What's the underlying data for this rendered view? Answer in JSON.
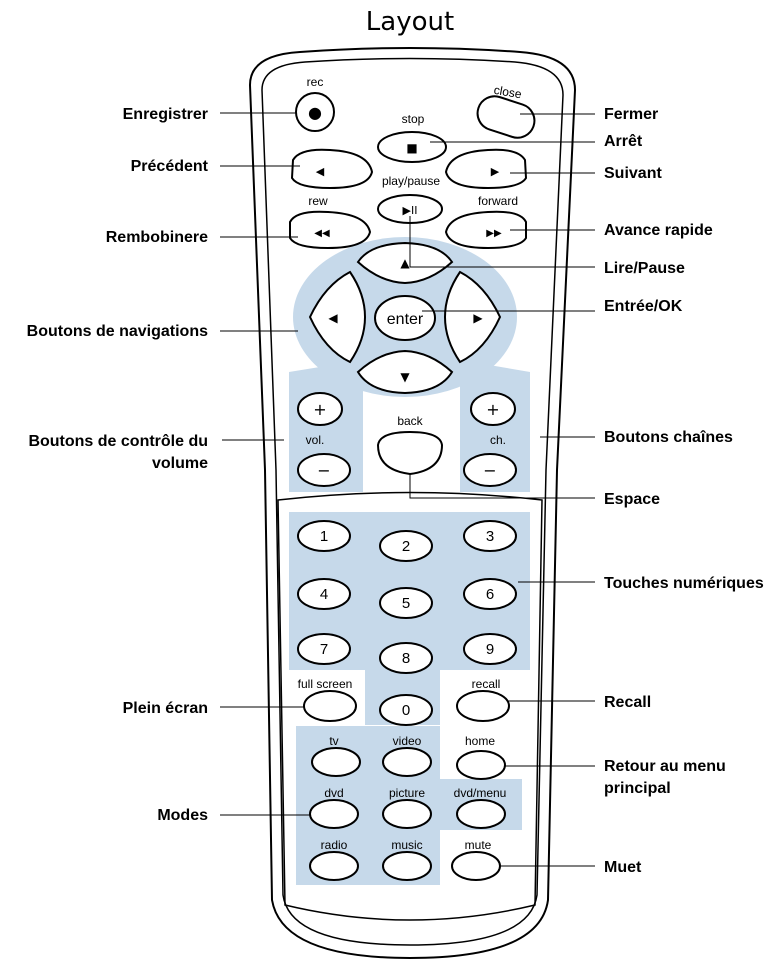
{
  "title": "Layout",
  "colors": {
    "accent_panel": "#c6d9ea",
    "outline": "#000000",
    "body": "#ffffff"
  },
  "buttons": {
    "rec": "rec",
    "close": "close",
    "stop": "stop",
    "play_pause": "play/pause",
    "rew": "rew",
    "forward": "forward",
    "enter": "enter",
    "vol": "vol.",
    "ch": "ch.",
    "back": "back",
    "plus": "+",
    "minus": "−",
    "n1": "1",
    "n2": "2",
    "n3": "3",
    "n4": "4",
    "n5": "5",
    "n6": "6",
    "n7": "7",
    "n8": "8",
    "n9": "9",
    "n0": "0",
    "full_screen": "full screen",
    "recall": "recall",
    "tv": "tv",
    "video": "video",
    "home": "home",
    "dvd": "dvd",
    "picture": "picture",
    "dvd_menu": "dvd/menu",
    "radio": "radio",
    "music": "music",
    "mute": "mute"
  },
  "glyphs": {
    "record": "●",
    "stop": "■",
    "prev": "◀",
    "next": "▶",
    "play_pause": "▶II",
    "rew": "◀◀",
    "ffwd": "▶▶",
    "up": "▲",
    "down": "▼",
    "left": "◀",
    "right": "▶"
  },
  "callouts": {
    "enregistrer": "Enregistrer",
    "precedent": "Précédent",
    "rembobinere": "Rembobinere",
    "navigations": "Boutons de navigations",
    "volume_1": "Boutons de contrôle du",
    "volume_2": "volume",
    "plein_ecran": "Plein écran",
    "modes": "Modes",
    "fermer": "Fermer",
    "arret": "Arrêt",
    "suivant": "Suivant",
    "avance_rapide": "Avance rapide",
    "lire_pause": "Lire/Pause",
    "entree_ok": "Entrée/OK",
    "chaines": "Boutons chaînes",
    "espace": "Espace",
    "touches": "Touches numériques",
    "recall": "Recall",
    "retour_1": "Retour au menu",
    "retour_2": "principal",
    "muet": "Muet"
  }
}
